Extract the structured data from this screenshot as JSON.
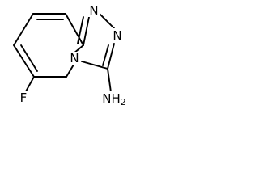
{
  "molecule": {
    "atoms": {
      "n1": "N",
      "n2": "N",
      "n4": "N",
      "fluorine": "F",
      "amine": "NH2"
    }
  }
}
